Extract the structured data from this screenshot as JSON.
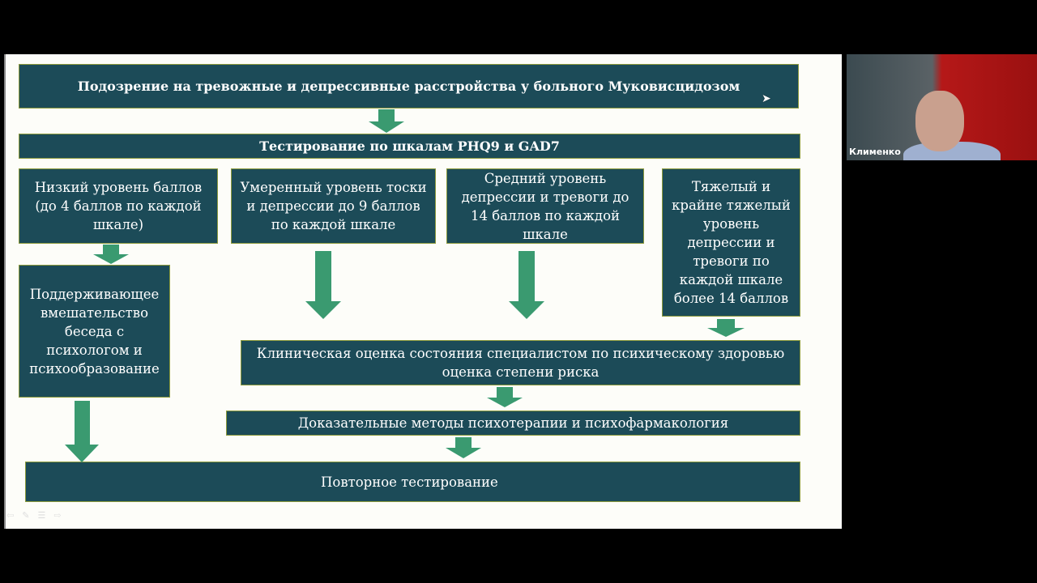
{
  "slide": {
    "top": "Подозрение на тревожные и депрессивные расстройства у больного Муковисцидозом",
    "testing": "Тестирование по шкалам PHQ9 и GAD7",
    "low": "Низкий уровень баллов\n(до 4 баллов по каждой\nшкале)",
    "moderate": "Умеренный уровень тоски\nи депрессии до 9 баллов\nпо каждой шкале",
    "medium": "Средний уровень\nдепрессии и тревоги до\n14 баллов по каждой\nшкале",
    "severe": "Тяжелый и\nкрайне тяжелый\nуровень\nдепрессии и\nтревоги по\nкаждой шкале\nболее 14 баллов",
    "support": "Поддерживающее\nвмешательство\nбеседа с\nпсихологом и\nпсихообразование",
    "clinical": "Клиническая оценка состояния специалистом по психическому здоровью\nоценка степени риска",
    "methods": "Доказательные методы психотерапии и психофармакология",
    "repeat": "Повторное тестирование"
  },
  "video": {
    "participant_name": "Клименко"
  },
  "colors": {
    "box": "#1c4b58",
    "border": "#8c9a3c",
    "arrow": "#3a9a70"
  }
}
